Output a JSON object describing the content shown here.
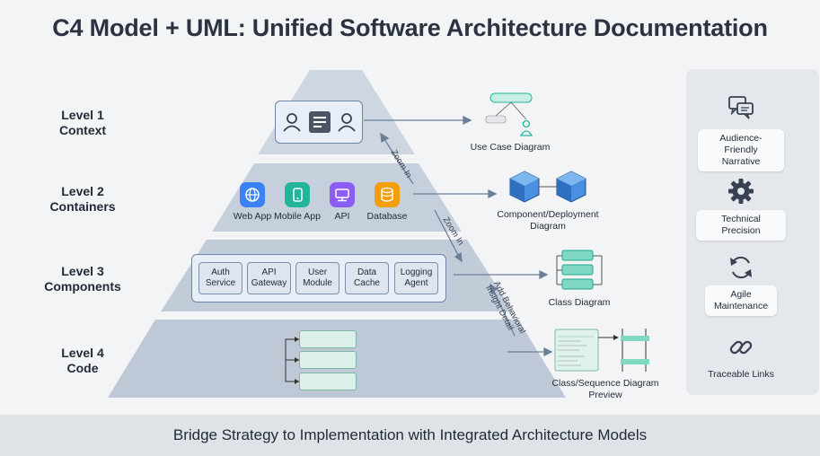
{
  "title": "C4 Model + UML: Unified Software Architecture Documentation",
  "footer": "Bridge Strategy to Implementation with Integrated Architecture Models",
  "levels": [
    {
      "line1": "Level 1",
      "line2": "Context"
    },
    {
      "line1": "Level 2",
      "line2": "Containers"
    },
    {
      "line1": "Level 3",
      "line2": "Components"
    },
    {
      "line1": "Level 4",
      "line2": "Code"
    }
  ],
  "context_icons": [
    "user-icon",
    "system-icon",
    "user-icon"
  ],
  "containers": [
    {
      "label": "Web App",
      "icon": "globe-icon",
      "color": "#3b82f6"
    },
    {
      "label": "Mobile App",
      "icon": "mobile-icon",
      "color": "#22b59a"
    },
    {
      "label": "API",
      "icon": "server-icon",
      "color": "#8b5cf6"
    },
    {
      "label": "Database",
      "icon": "database-icon",
      "color": "#f59e0b"
    }
  ],
  "components": [
    {
      "line1": "Auth",
      "line2": "Service"
    },
    {
      "line1": "API",
      "line2": "Gateway"
    },
    {
      "line1": "User",
      "line2": "Module"
    },
    {
      "line1": "Data",
      "line2": "Cache"
    },
    {
      "line1": "Logging",
      "line2": "Agent"
    }
  ],
  "uml": [
    {
      "label": "Use Case Diagram"
    },
    {
      "line1": "Component/Deployment",
      "line2": "Diagram"
    },
    {
      "label": "Class Diagram"
    },
    {
      "line1": "Class/Sequence Diagram",
      "line2": "Preview"
    }
  ],
  "zoom": {
    "zoom1": "Zoom In",
    "zoom2": "Zoom In",
    "behavior_line1": "Add Behavioral",
    "behavior_line2": "Insight Detail"
  },
  "features": [
    {
      "icon": "chat-icon",
      "line1": "Audience-Friendly",
      "line2": "Narrative"
    },
    {
      "icon": "gear-icon",
      "line1": "Technical Precision"
    },
    {
      "icon": "refresh-icon",
      "line1": "Agile",
      "line2": "Maintenance"
    },
    {
      "icon": "link-icon",
      "line1": "Traceable Links"
    }
  ],
  "colors": {
    "accent_teal": "#22b59a",
    "pyramid": "#c9d3df",
    "box_border": "#6d85a8"
  }
}
